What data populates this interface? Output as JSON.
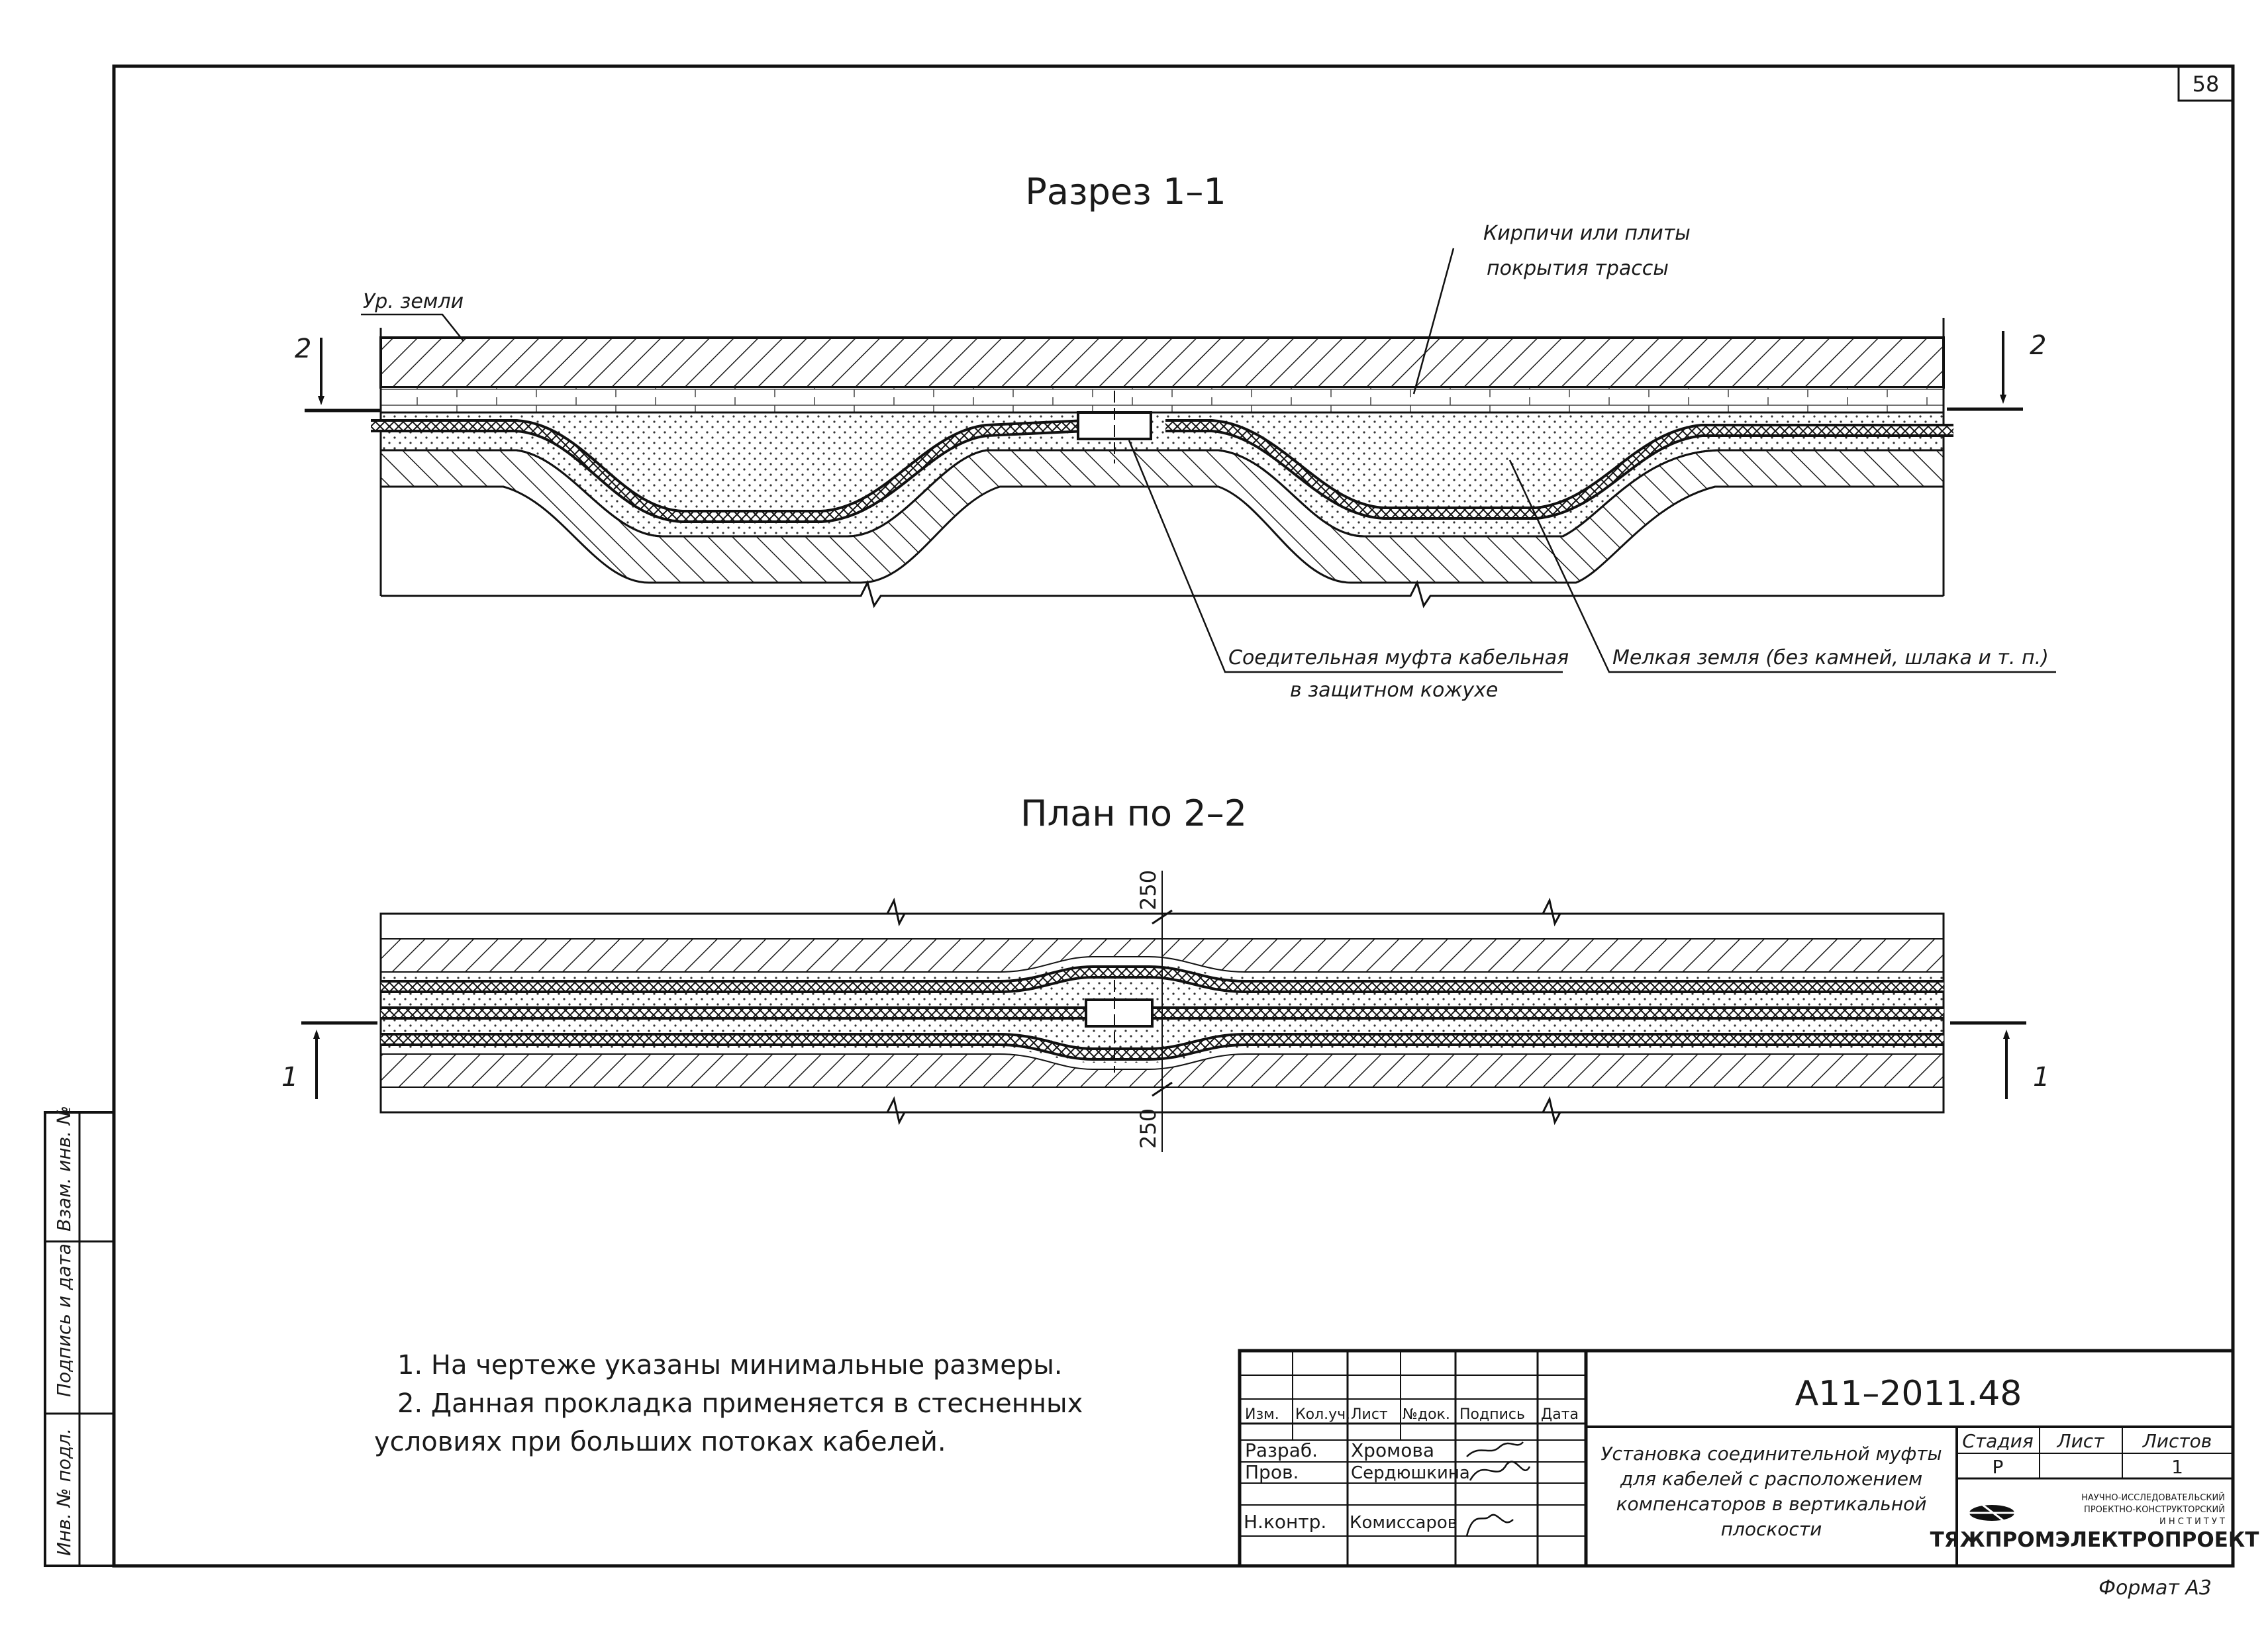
{
  "sheet": {
    "number": "58",
    "format": "Формат А3"
  },
  "section": {
    "title": "Разрез 1–1",
    "ground_label": "Ур. земли",
    "cut_mark": "2",
    "brick_callout": [
      "Кирпичи или плиты",
      "покрытия трассы"
    ],
    "coupling_callout": [
      "Соедительная муфта кабельная",
      "в защитном кожухе"
    ],
    "soil_callout": "Мелкая земля (без камней, шлака и т. п.)"
  },
  "plan": {
    "title": "План по 2–2",
    "cut_mark": "1",
    "dim_top": "250",
    "dim_bottom": "250"
  },
  "notes": [
    "1.  На чертеже указаны минимальные размеры.",
    "2.  Данная прокладка применяется в стесненных",
    "условиях при больших потоках кабелей."
  ],
  "side_stamp": [
    "Взам. инв. №",
    "Подпись и дата",
    "Инв. № подл."
  ],
  "title_block": {
    "doc_code": "А11–2011.48",
    "headers": [
      "Изм.",
      "Кол.уч.",
      "Лист",
      "№док.",
      "Подпись",
      "Дата"
    ],
    "roles": [
      {
        "role": "Разраб.",
        "name": "Хромова"
      },
      {
        "role": "Пров.",
        "name": "Сердюшкина"
      },
      {
        "role": "Н.контр.",
        "name": "Комиссаров"
      }
    ],
    "description": [
      "Установка соединительной муфты",
      "для кабелей с расположением",
      "компенсаторов в вертикальной",
      "плоскости"
    ],
    "stage_header": "Стадия",
    "sheet_header": "Лист",
    "sheets_header": "Листов",
    "stage": "Р",
    "sheets": "1",
    "org_small": [
      "НАУЧНО-ИССЛЕДОВАТЕЛЬСКИЙ",
      "ПРОЕКТНО-КОНСТРУКТОРСКИЙ",
      "И Н С Т И Т У Т"
    ],
    "org_name": "ТЯЖПРОМЭЛЕКТРОПРОЕКТ"
  }
}
